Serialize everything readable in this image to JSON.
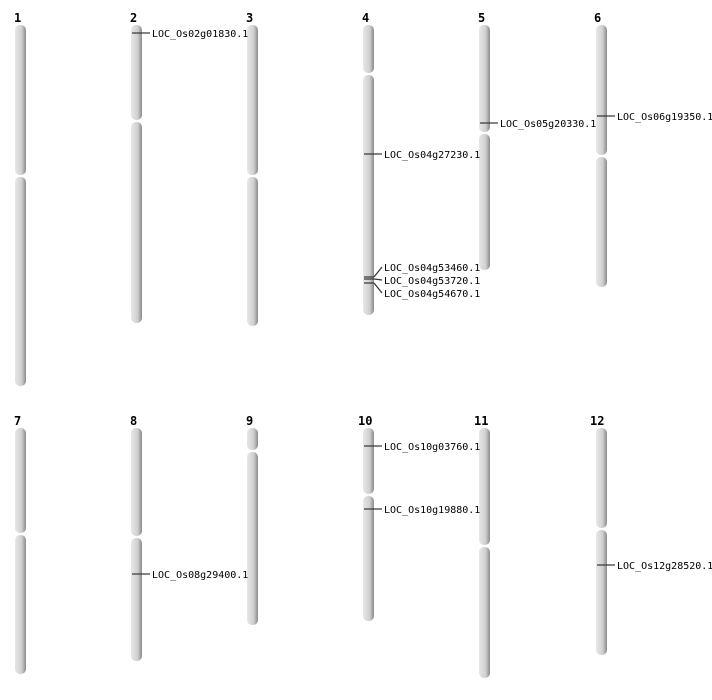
{
  "chromosomes": [
    {
      "name": "1"
    },
    {
      "name": "2"
    },
    {
      "name": "3"
    },
    {
      "name": "4"
    },
    {
      "name": "5"
    },
    {
      "name": "6"
    },
    {
      "name": "7"
    },
    {
      "name": "8"
    },
    {
      "name": "9"
    },
    {
      "name": "10"
    },
    {
      "name": "11"
    },
    {
      "name": "12"
    }
  ],
  "genes": [
    {
      "chr": "2",
      "label": "LOC_Os02g01830.1"
    },
    {
      "chr": "4",
      "label": "LOC_Os04g27230.1"
    },
    {
      "chr": "4",
      "label": "LOC_Os04g53460.1"
    },
    {
      "chr": "4",
      "label": "LOC_Os04g53720.1"
    },
    {
      "chr": "4",
      "label": "LOC_Os04g54670.1"
    },
    {
      "chr": "5",
      "label": "LOC_Os05g20330.1"
    },
    {
      "chr": "6",
      "label": "LOC_Os06g19350.1"
    },
    {
      "chr": "8",
      "label": "LOC_Os08g29400.1"
    },
    {
      "chr": "10",
      "label": "LOC_Os10g03760.1"
    },
    {
      "chr": "10",
      "label": "LOC_Os10g19880.1"
    },
    {
      "chr": "12",
      "label": "LOC_Os12g28520.1"
    }
  ]
}
